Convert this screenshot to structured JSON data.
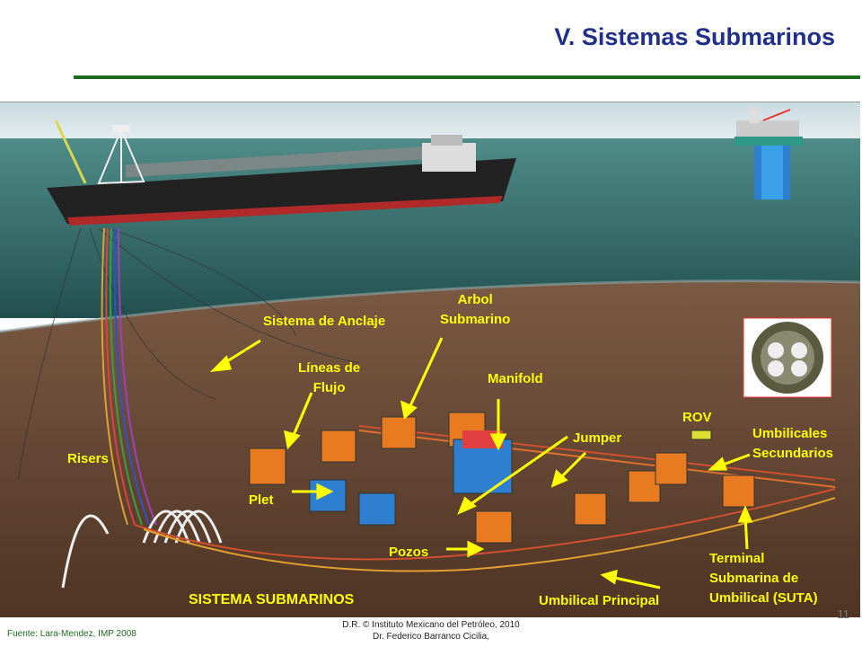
{
  "slide": {
    "title": "V. Sistemas Submarinos",
    "page_number": "11"
  },
  "labels": {
    "sistema_anclaje": "Sistema de Anclaje",
    "arbol_line1": "Arbol",
    "arbol_line2": "Submarino",
    "lineas_line1": "Líneas de",
    "lineas_line2": "Flujo",
    "manifold": "Manifold",
    "rov": "ROV",
    "umbilicales_line1": "Umbilicales",
    "umbilicales_line2": "Secundarios",
    "jumper": "Jumper",
    "risers": "Risers",
    "plet": "Plet",
    "pozos": "Pozos",
    "terminal_line1": "Terminal",
    "terminal_line2": "Submarina de",
    "terminal_line3": "Umbilical (SUTA)",
    "sistema_submarinos": "SISTEMA SUBMARINOS",
    "umbilical_principal": "Umbilical Principal"
  },
  "footer": {
    "source": "Fuente: Lara-Mendez, IMP 2008",
    "copyright_line1": "D.R. © Instituto Mexicano del Petróleo, 2010",
    "copyright_line2": "Dr. Federico Barranco Cicilia,"
  },
  "colors": {
    "title": "#1f2f8a",
    "rule": "#1f6b1f",
    "label": "#ffff00",
    "sea": "#2f6a6a",
    "seabed": "#6b4a34"
  }
}
